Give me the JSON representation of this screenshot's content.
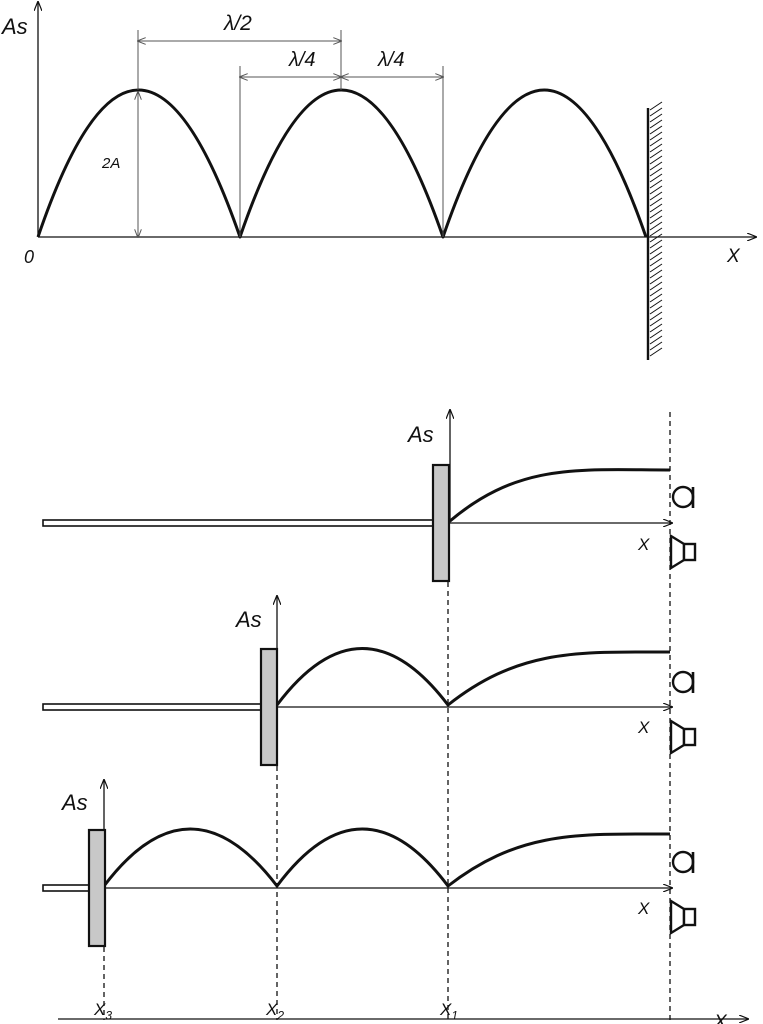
{
  "top_diagram": {
    "y_label": "As",
    "x_label": "X",
    "origin_label": "0",
    "amplitude_label": "2A",
    "half_wavelength_label": "λ/2",
    "quarter_wavelength_label_1": "λ/4",
    "quarter_wavelength_label_2": "λ/4"
  },
  "panels": [
    {
      "y_label": "As",
      "x_label": "X"
    },
    {
      "y_label": "As",
      "x_label": "X"
    },
    {
      "y_label": "As",
      "x_label": "X"
    }
  ],
  "bottom_axis": {
    "x_label": "X",
    "ticks": [
      {
        "base": "X",
        "sub": "3"
      },
      {
        "base": "X",
        "sub": "2"
      },
      {
        "base": "X",
        "sub": "1"
      }
    ]
  },
  "icons": [
    "microphone-icon",
    "speaker-icon",
    "hatched-wall-icon"
  ]
}
